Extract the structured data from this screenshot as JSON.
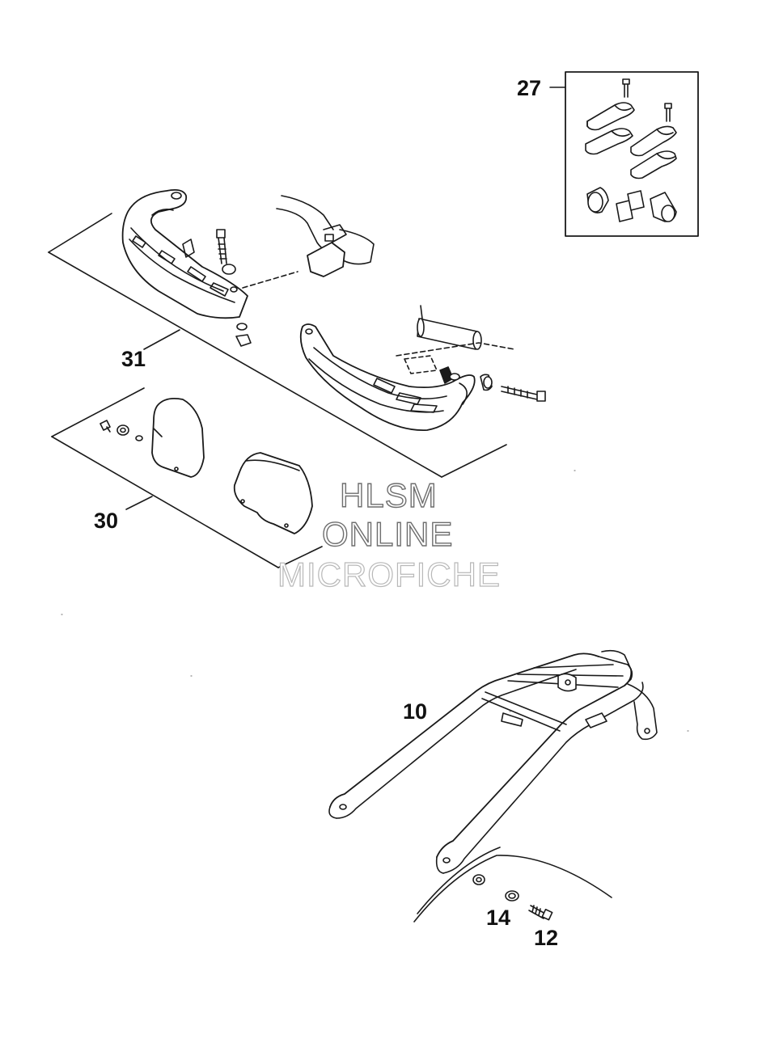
{
  "diagram": {
    "callouts": [
      {
        "id": "27",
        "text": "27"
      },
      {
        "id": "31",
        "text": "31"
      },
      {
        "id": "30",
        "text": "30"
      },
      {
        "id": "10",
        "text": "10"
      },
      {
        "id": "14",
        "text": "14"
      },
      {
        "id": "12",
        "text": "12"
      }
    ],
    "watermark": {
      "line1": "HLSM",
      "line2": "ONLINE",
      "line3": "MICROFICHE"
    }
  }
}
